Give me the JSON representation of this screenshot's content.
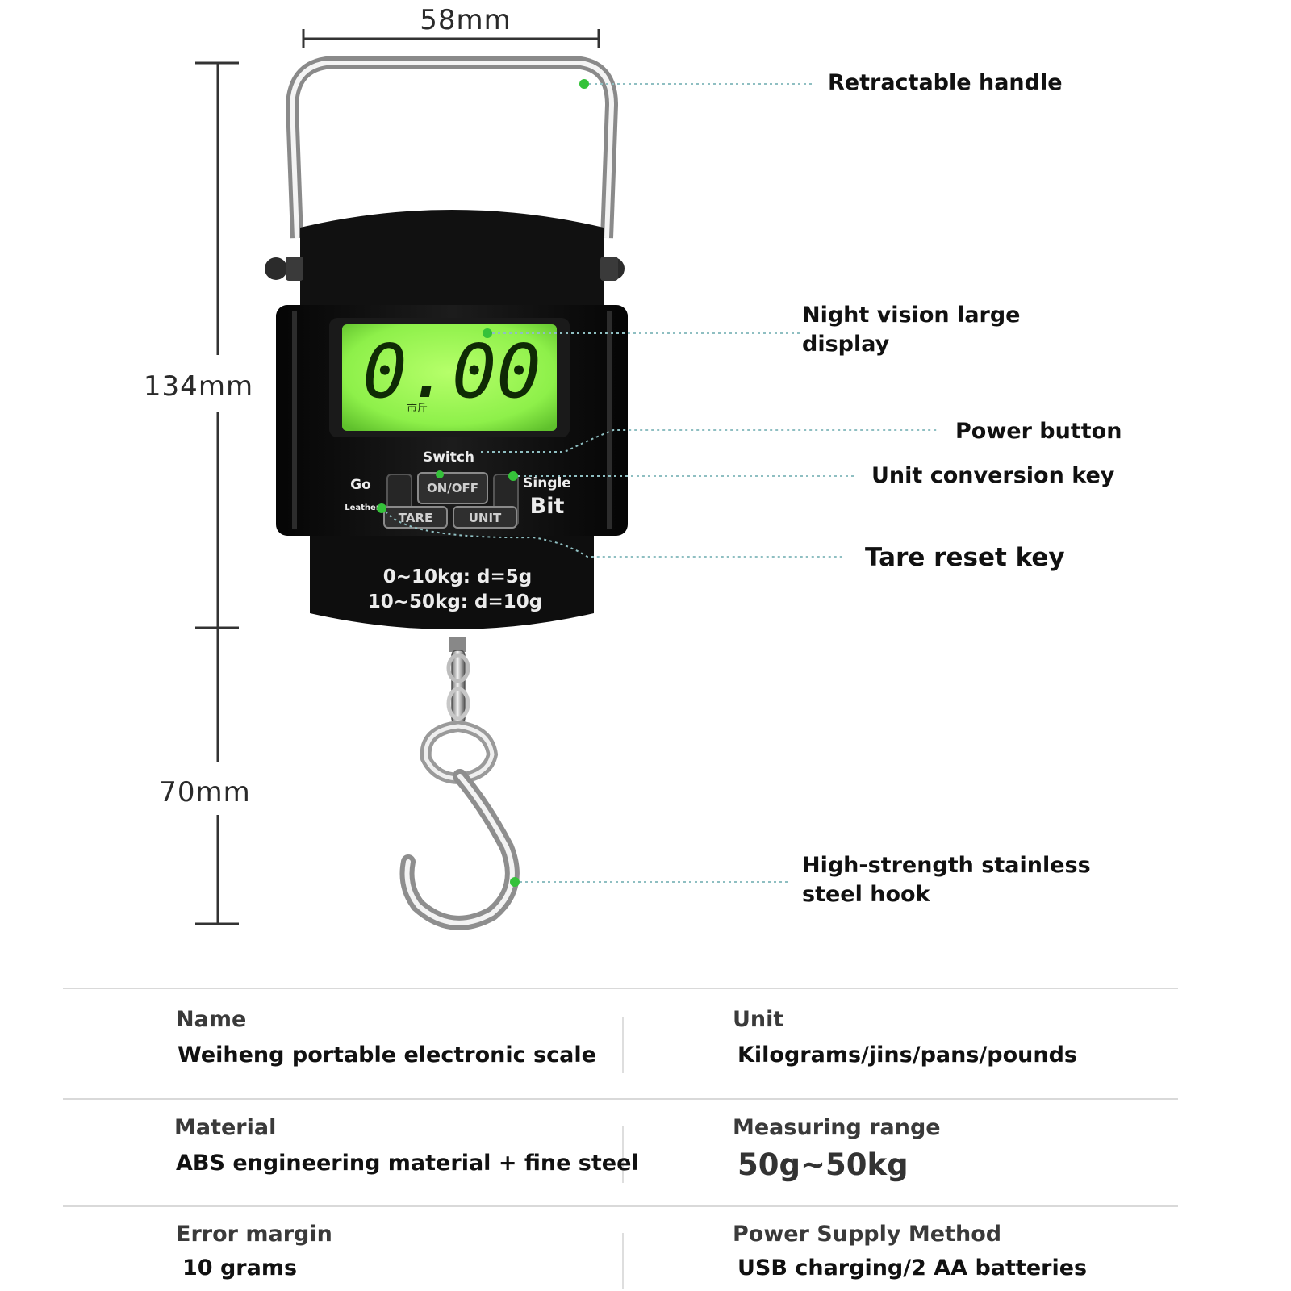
{
  "dimensions": {
    "width": "58mm",
    "body_height": "134mm",
    "hook_length": "70mm"
  },
  "callouts": {
    "handle": "Retractable handle",
    "display_line1": "Night vision large",
    "display_line2": "display",
    "power": "Power button",
    "unit_key": "Unit conversion key",
    "tare_key": "Tare reset key",
    "hook_line1": "High-strength stainless",
    "hook_line2": "steel hook"
  },
  "device": {
    "lcd_reading": "0.00",
    "lcd_unit_mark": "市斤",
    "switch_label": "Switch",
    "go_label": "Go",
    "leather_label": "Leather",
    "single_label": "Single",
    "bit_label": "Bit",
    "onoff_button": "ON/OFF",
    "tare_button": "TARE",
    "unit_button": "UNIT",
    "range_line1": "0~10kg: d=5g",
    "range_line2": "10~50kg: d=10g"
  },
  "specs": [
    {
      "label": "Name",
      "value": "Weiheng portable electronic scale"
    },
    {
      "label": "Unit",
      "value": "Kilograms/jins/pans/pounds"
    },
    {
      "label": "Material",
      "value": "ABS engineering material + fine steel"
    },
    {
      "label": "Measuring range",
      "value": "50g~50kg"
    },
    {
      "label": "Error margin",
      "value": "10 grams"
    },
    {
      "label": "Power Supply Method",
      "value": "USB charging/2 AA batteries"
    }
  ],
  "colors": {
    "lcd_green": "#8cf04a",
    "body": "#0d0d0d",
    "accent_dot": "#35c23a",
    "leader": "#8fbfc2"
  }
}
